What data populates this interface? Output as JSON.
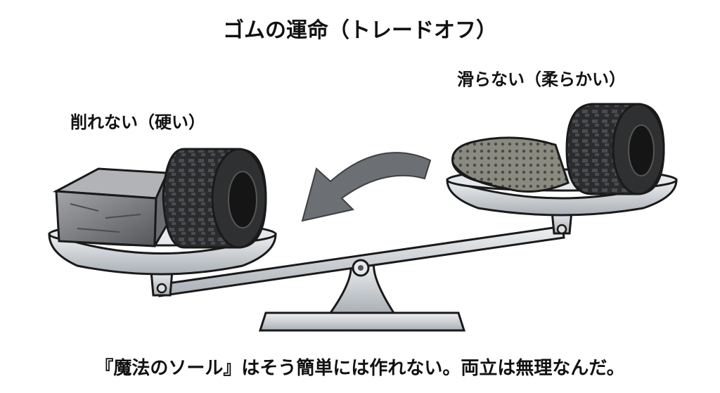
{
  "title": "ゴムの運命（トレードオフ）",
  "labels": {
    "left": "削れない（硬い）",
    "right": "滑らない（柔らかい）"
  },
  "caption": "『魔法のソール』はそう簡単には作れない。両立は無理なんだ。",
  "colors": {
    "metal": "#cfd3d7",
    "metal_dark": "#8f959b",
    "outline": "#1a1a1a",
    "arrow": "#6c6f73",
    "stone": "#7d7f82",
    "tire": "#2b2c2e",
    "rubber_sheet": "#8a8a80"
  }
}
